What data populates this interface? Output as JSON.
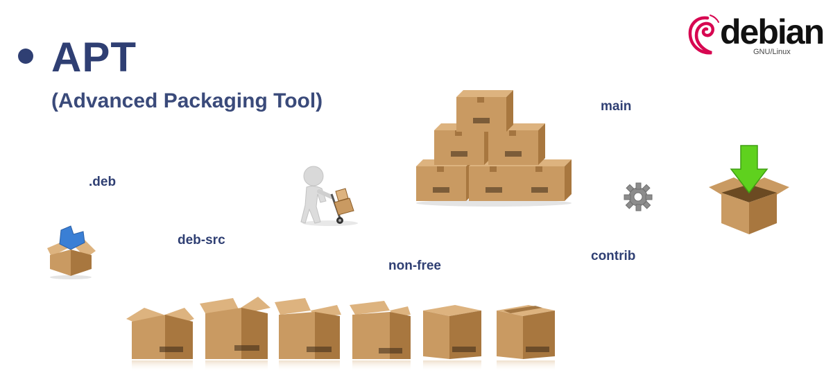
{
  "slide": {
    "title": "APT",
    "subtitle": "(Advanced Packaging Tool)",
    "labels": {
      "main": "main",
      "deb": ".deb",
      "deb_src": "deb-src",
      "non_free": "non-free",
      "contrib": "contrib"
    }
  },
  "logo": {
    "name": "debian",
    "tagline": "GNU/Linux",
    "swirl_color": "#d70751"
  },
  "colors": {
    "text": "#2f3f73",
    "box_front": "#c99a62",
    "box_side": "#a8773f",
    "box_top": "#ddb37f",
    "arrow": "#5fd11e",
    "icon_blue": "#3a7fd5"
  },
  "icons": [
    "bullet-icon",
    "debian-swirl-icon",
    "box-stack-icon",
    "worker-handtruck-icon",
    "gear-icon",
    "download-box-icon",
    "deb-package-icon",
    "box-row-icon"
  ]
}
